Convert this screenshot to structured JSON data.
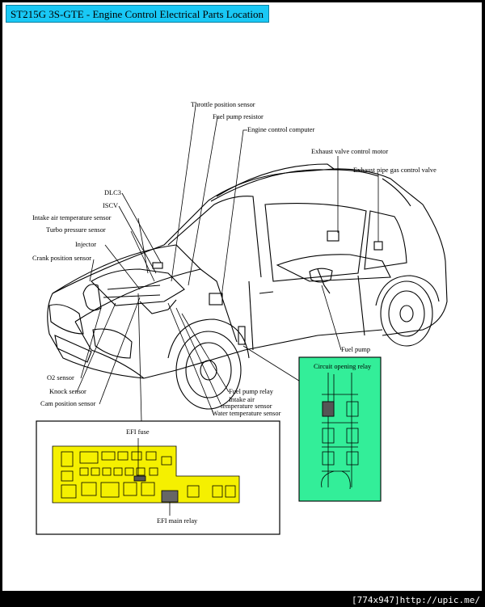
{
  "title": "ST215G 3S-GTE - Engine Control Electrical Parts Location",
  "labels": {
    "throttle_position_sensor": "Throttle position sensor",
    "fuel_pump_resistor": "Fuel pump resistor",
    "engine_control_computer": "Engine control computer",
    "exhaust_valve_control_motor": "Exhaust valve control motor",
    "exhaust_pipe_gas_control_valve": "Exhaust pipe gas control valve",
    "dlc3": "DLC3",
    "iscv": "ISCV",
    "intake_air_temperature_sensor": "Intake air temperature sensor",
    "turbo_pressure_sensor": "Turbo pressure sensor",
    "injector": "Injector",
    "crank_position_sensor": "Crank position sensor",
    "fuel_pump": "Fuel pump",
    "circuit_opening_relay": "Circuit opening relay",
    "o2_sensor": "O2 sensor",
    "knock_sensor": "Knock sensor",
    "cam_position_sensor": "Cam position sensor",
    "fuel_pump_relay": "Fuel pump relay",
    "intake_air_temperature_sensor_2_line1": "Intake air",
    "intake_air_temperature_sensor_2_line2": "temperature sensor",
    "water_temperature_sensor": "Water temperature sensor",
    "efi_fuse": "EFI fuse",
    "efi_main_relay": "EFI main relay"
  },
  "footer": "[774x947]http://upic.me/",
  "colors": {
    "title_bg": "#19c8f5",
    "fuse_box": "#f5f000",
    "relay_panel": "#33ee99",
    "frame": "#000000"
  }
}
